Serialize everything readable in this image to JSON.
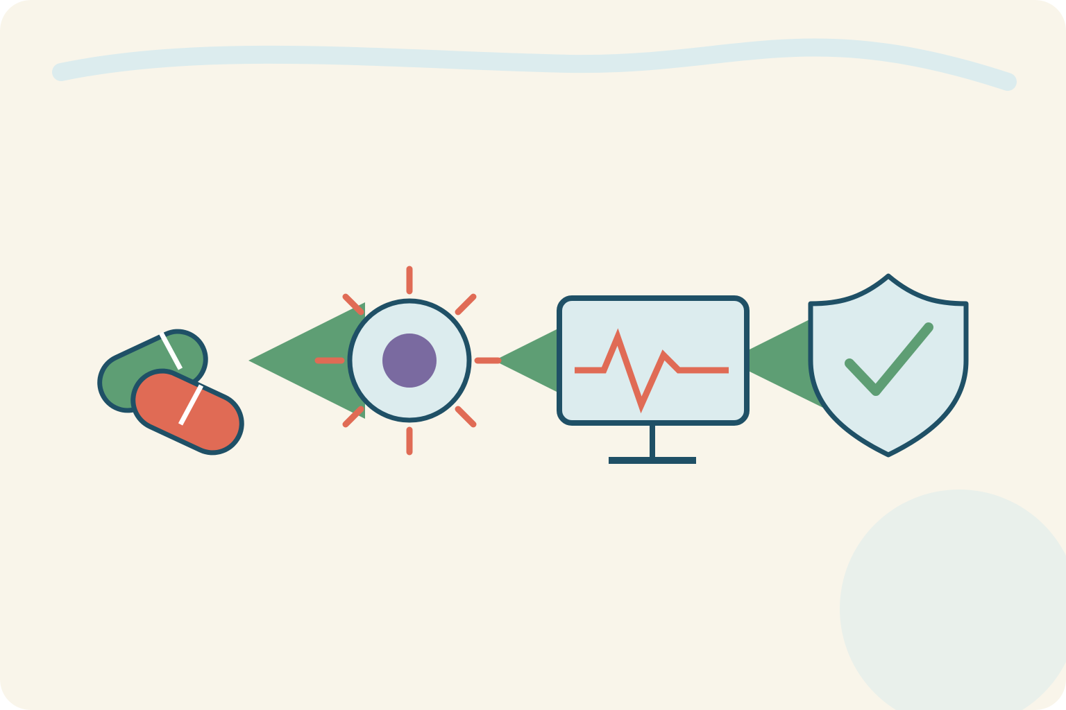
{
  "diagram": {
    "steps": [
      {
        "id": "medication",
        "icon": "pill-capsules-icon"
      },
      {
        "id": "cell",
        "icon": "cell-burst-icon"
      },
      {
        "id": "monitoring",
        "icon": "heart-monitor-icon"
      },
      {
        "id": "protection",
        "icon": "shield-check-icon"
      }
    ],
    "connectors": [
      {
        "from": "cell",
        "to": "medication",
        "icon": "arrow-left-icon"
      },
      {
        "from": "monitoring",
        "to": "cell",
        "icon": "arrow-left-icon"
      },
      {
        "from": "protection",
        "to": "monitoring",
        "icon": "arrow-left-icon"
      }
    ]
  },
  "colors": {
    "background": "#F9F5EA",
    "outline": "#1F5066",
    "green": "#5E9E74",
    "coral": "#E06B55",
    "light_blue": "#DCECEE",
    "purple": "#7A6AA0",
    "white_stroke": "#FFFFFF",
    "accent_circle": "#E9F0EB"
  }
}
